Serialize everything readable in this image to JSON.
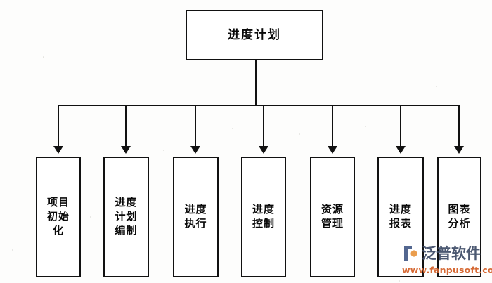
{
  "diagram": {
    "title_node": {
      "id": "root",
      "label": "进度计划"
    },
    "children": [
      {
        "id": "project-initialization",
        "label": "项目\n初始\n化"
      },
      {
        "id": "schedule-plan-creation",
        "label": "进度\n计划\n编制"
      },
      {
        "id": "schedule-execution",
        "label": "进度\n执行"
      },
      {
        "id": "schedule-control",
        "label": "进度\n控制"
      },
      {
        "id": "resource-management",
        "label": "资源\n管理"
      },
      {
        "id": "schedule-report",
        "label": "进度\n报表"
      },
      {
        "id": "chart-analysis",
        "label": "图表\n分析"
      }
    ],
    "connector_style": "orthogonal-bus-with-arrowheads",
    "line_color": "#111111",
    "background_color": "#fdfdfc"
  },
  "watermark": {
    "brand": "泛普软件",
    "url": "www.fanpusoft.com",
    "brand_color": "#3c4a66",
    "url_color": "#d4622a",
    "mark_color_primary": "#4a5f8a",
    "mark_color_secondary": "#e8923a"
  }
}
